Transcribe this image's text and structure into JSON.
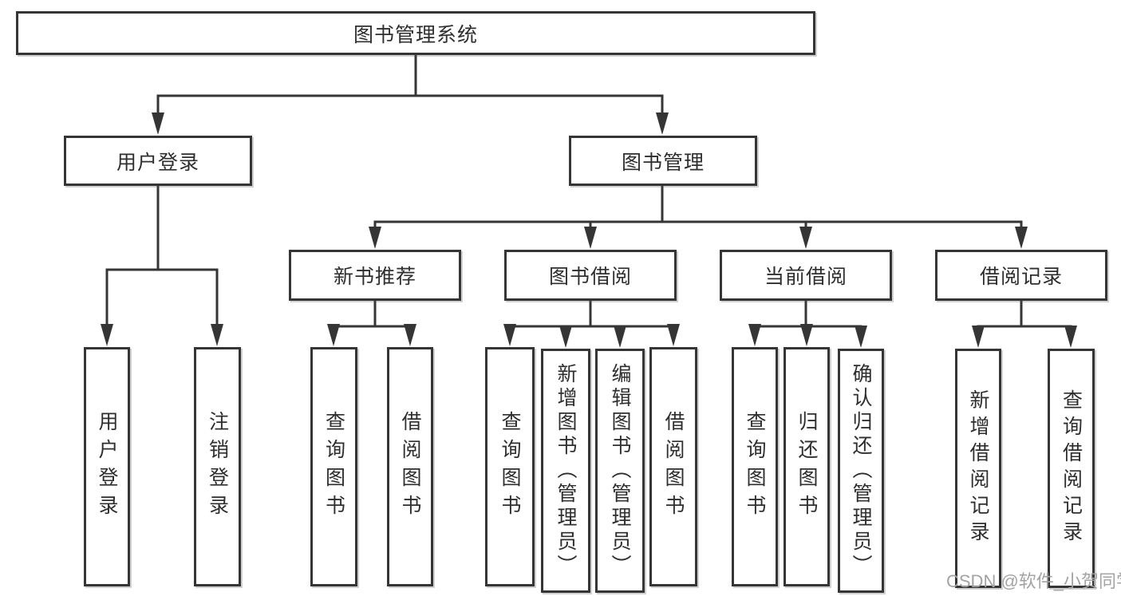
{
  "diagram": {
    "root": {
      "label": "图书管理系统"
    },
    "login": {
      "label": "用户登录",
      "children": [
        {
          "label": "用户登录"
        },
        {
          "label": "注销登录"
        }
      ]
    },
    "management": {
      "label": "图书管理",
      "children": [
        {
          "label": "新书推荐",
          "children": [
            {
              "label": "查询图书"
            },
            {
              "label": "借阅图书"
            }
          ]
        },
        {
          "label": "图书借阅",
          "children": [
            {
              "label": "查询图书"
            },
            {
              "label": "新增图书（管理员）"
            },
            {
              "label": "编辑图书（管理员）"
            },
            {
              "label": "借阅图书"
            }
          ]
        },
        {
          "label": "当前借阅",
          "children": [
            {
              "label": "查询图书"
            },
            {
              "label": "归还图书"
            },
            {
              "label": "确认归还（管理员）"
            }
          ]
        },
        {
          "label": "借阅记录",
          "children": [
            {
              "label": "新增借阅记录"
            },
            {
              "label": "查询借阅记录"
            }
          ]
        }
      ]
    }
  },
  "watermark": {
    "text": "CSDN @软件_小贺同学"
  },
  "colors": {
    "line": "#353535",
    "text": "#2e2e2e",
    "watermark": "#a3a3a3",
    "background": "#ffffff"
  }
}
